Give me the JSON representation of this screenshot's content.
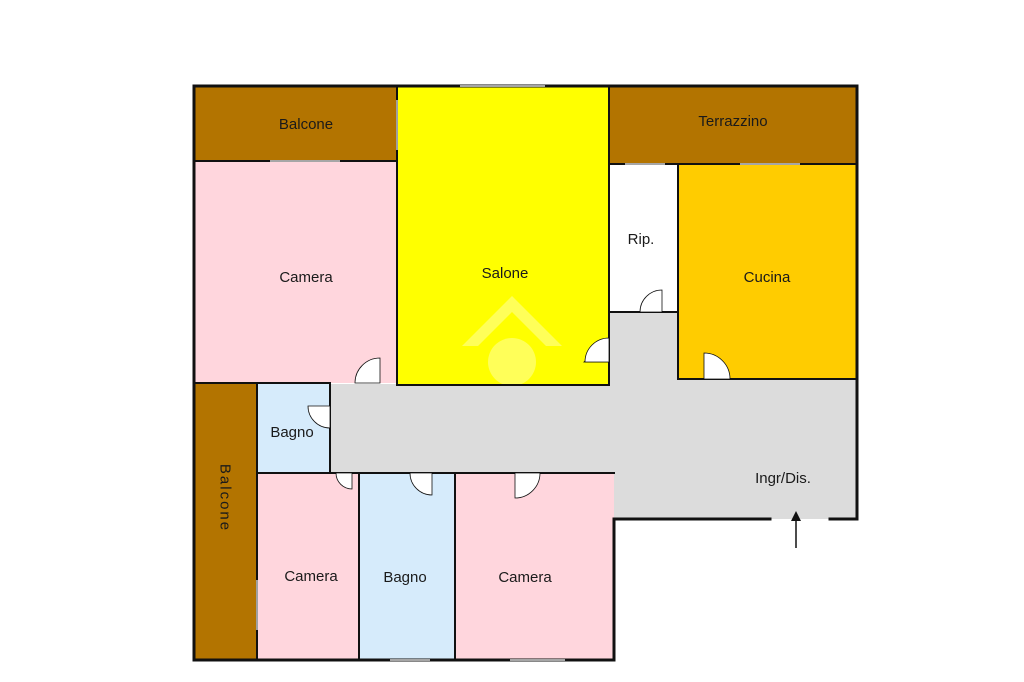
{
  "colors": {
    "balcony": "#b37400",
    "bedroom": "#ffd6dd",
    "living": "#ffff00",
    "kitchen": "#ffcc00",
    "bathroom": "#d6ebfb",
    "corridor": "#dcdcdc",
    "storage": "#ffffff",
    "wall": "#111111",
    "door": "#ffffff"
  },
  "rooms": {
    "balcone_top": "Balcone",
    "terrazzino": "Terrazzino",
    "camera_top": "Camera",
    "salone": "Salone",
    "ripostiglio": "Rip.",
    "cucina": "Cucina",
    "bagno_small": "Bagno",
    "balcone_side": "Balcone",
    "ingresso": "Ingr/Dis.",
    "camera_bottom_left": "Camera",
    "bagno_bottom": "Bagno",
    "camera_bottom_right": "Camera"
  },
  "icons": {
    "entrance": "entrance-arrow-icon",
    "watermark": "watermark-logo-icon"
  }
}
